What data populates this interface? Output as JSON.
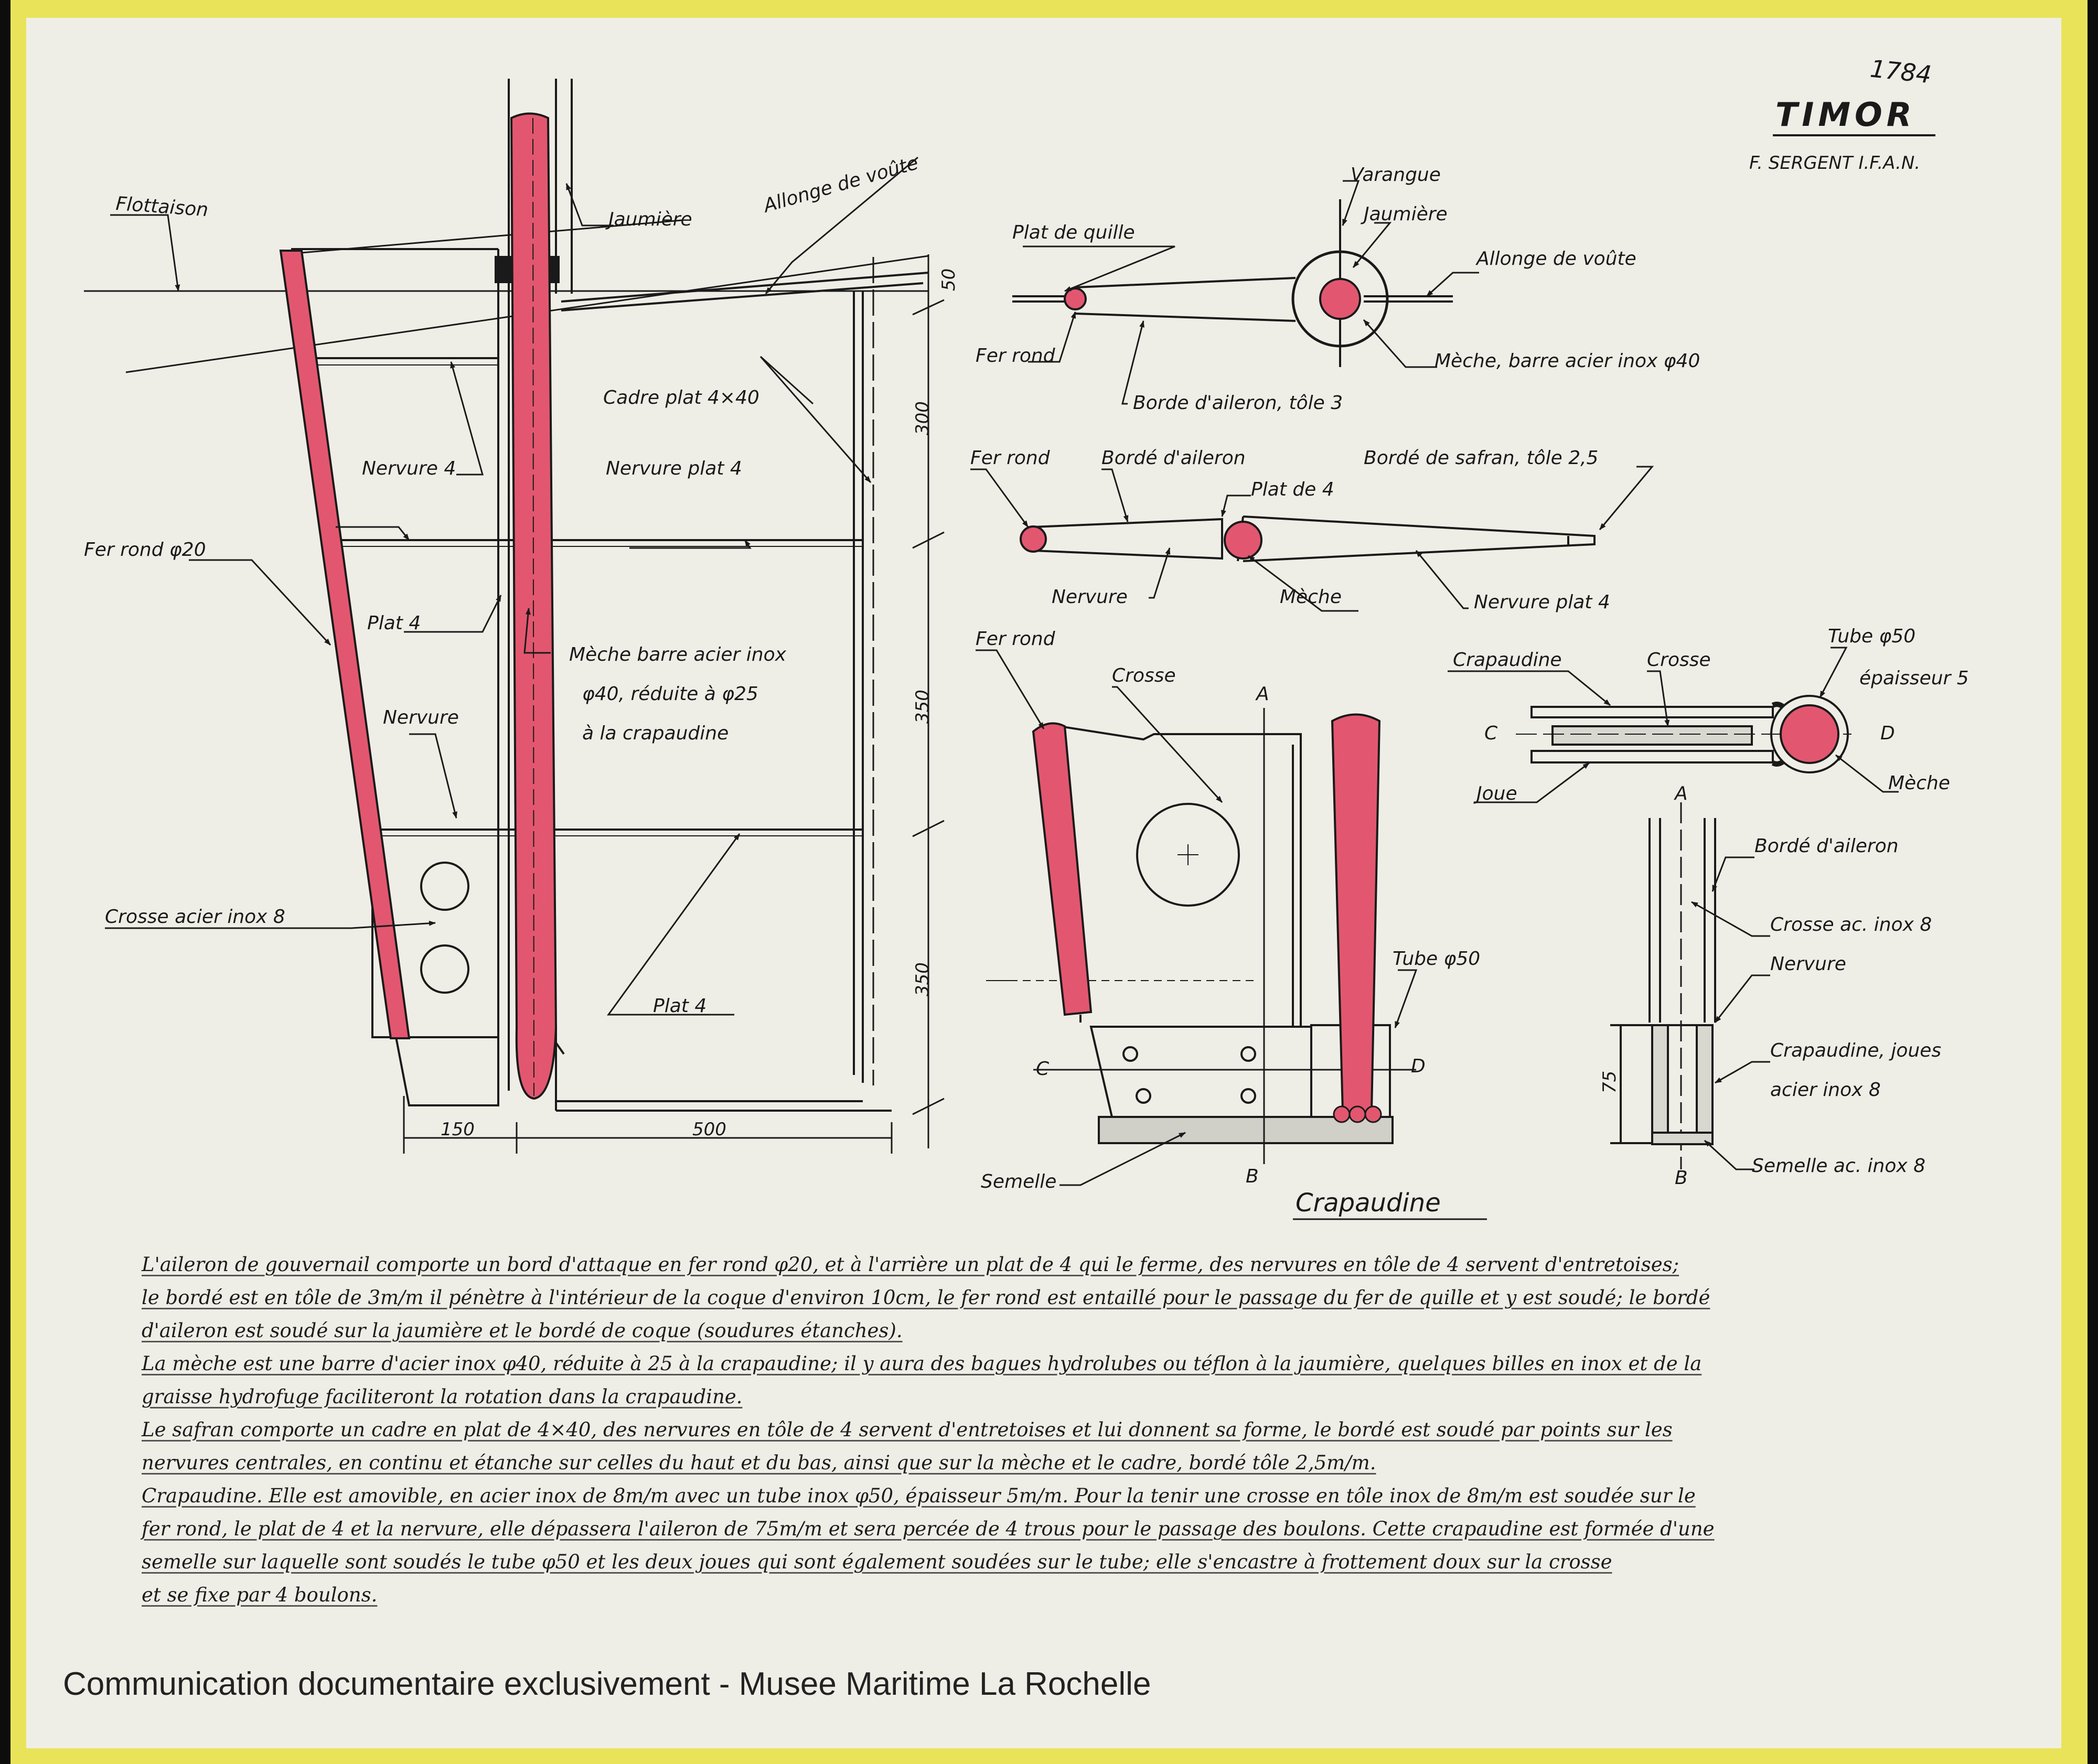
{
  "header": {
    "sheet_number": "1784",
    "title": "TIMOR",
    "author": "F. SERGENT I.F.A.N."
  },
  "colors": {
    "accent": "#e2576f",
    "ink": "#1a1a1a",
    "tape": "#e9e35a",
    "paper": "#efeee6"
  },
  "side_view": {
    "flottaison": "Flottaison",
    "jaumiere": "Jaumière",
    "allonge": "Allonge de voûte",
    "cadre": "Cadre plat 4×40",
    "nervure4": "Nervure 4",
    "nervure_plat4": "Nervure plat 4",
    "fer_rond": "Fer rond φ20",
    "plat4": "Plat 4",
    "meche_1": "Mèche barre acier inox",
    "meche_2": "φ40, réduite à φ25",
    "meche_3": "à la crapaudine",
    "nervure": "Nervure",
    "crosse": "Crosse acier inox 8",
    "plat4_bottom": "Plat 4",
    "dim_50": "50",
    "dim_300": "300",
    "dim_350a": "350",
    "dim_350b": "350",
    "dim_150": "150",
    "dim_500": "500"
  },
  "section_top": {
    "varangue": "Varangue",
    "plat_quille": "Plat de quille",
    "jaumiere": "Jaumière",
    "allonge": "Allonge de voûte",
    "fer_rond": "Fer rond",
    "meche": "Mèche, barre acier inox φ40",
    "borde": "Borde d'aileron, tôle 3"
  },
  "section_mid": {
    "fer_rond": "Fer rond",
    "borde_aileron": "Bordé d'aileron",
    "borde_safran": "Bordé de safran, tôle 2,5",
    "plat4": "Plat de 4",
    "nervure": "Nervure",
    "meche": "Mèche",
    "nervure_plat4": "Nervure plat 4"
  },
  "crapaudine_view": {
    "fer_rond": "Fer rond",
    "crosse": "Crosse",
    "tube": "Tube φ50",
    "semelle": "Semelle",
    "caption": "Crapaudine",
    "A": "A",
    "B": "B",
    "C": "C",
    "D": "D"
  },
  "section_cd": {
    "crapaudine": "Crapaudine",
    "crosse": "Crosse",
    "tube": "Tube φ50",
    "epaisseur": "épaisseur 5",
    "joue": "Joue",
    "meche": "Mèche",
    "C": "C",
    "D": "D"
  },
  "section_ab": {
    "A": "A",
    "B": "B",
    "borde": "Bordé d'aileron",
    "crosse": "Crosse ac. inox 8",
    "nervure": "Nervure",
    "crap_1": "Crapaudine, joues",
    "crap_2": "acier inox 8",
    "semelle": "Semelle ac. inox 8",
    "dim_75": "75"
  },
  "notes": [
    "L'aileron de gouvernail comporte un bord d'attaque en fer rond φ20, et à l'arrière un plat de 4 qui le ferme, des nervures en tôle de 4 servent d'entretoises;",
    "le bordé est en tôle de 3m/m il pénètre à l'intérieur de la coque d'environ 10cm, le fer rond est entaillé pour le passage du fer de quille et y est soudé; le bordé",
    "d'aileron est soudé sur la jaumière et le bordé de coque (soudures étanches).",
    "La mèche est une barre d'acier inox φ40, réduite à 25 à la crapaudine; il y aura des bagues hydrolubes ou téflon à la jaumière, quelques billes en inox et de la",
    "graisse hydrofuge faciliteront la rotation dans la crapaudine.",
    "Le safran comporte un cadre en plat de 4×40, des nervures en tôle de 4 servent d'entretoises et lui donnent sa forme, le bordé est soudé par points sur les",
    "nervures centrales, en continu et étanche sur celles du haut et du bas, ainsi que sur la mèche et le cadre, bordé tôle 2,5m/m.",
    "Crapaudine. Elle est amovible, en acier inox de 8m/m avec un tube inox φ50, épaisseur 5m/m. Pour la tenir une crosse en tôle inox de 8m/m est soudée sur le",
    "fer rond, le plat de 4 et la nervure, elle dépassera l'aileron de 75m/m et sera percée de 4 trous pour le passage des boulons. Cette crapaudine est formée d'une",
    "semelle sur laquelle sont soudés le tube φ50 et les deux joues qui sont également soudées sur le tube; elle s'encastre à frottement doux sur la crosse",
    "et se fixe par 4 boulons."
  ],
  "watermark": "Communication documentaire exclusivement - Musee Maritime La Rochelle"
}
